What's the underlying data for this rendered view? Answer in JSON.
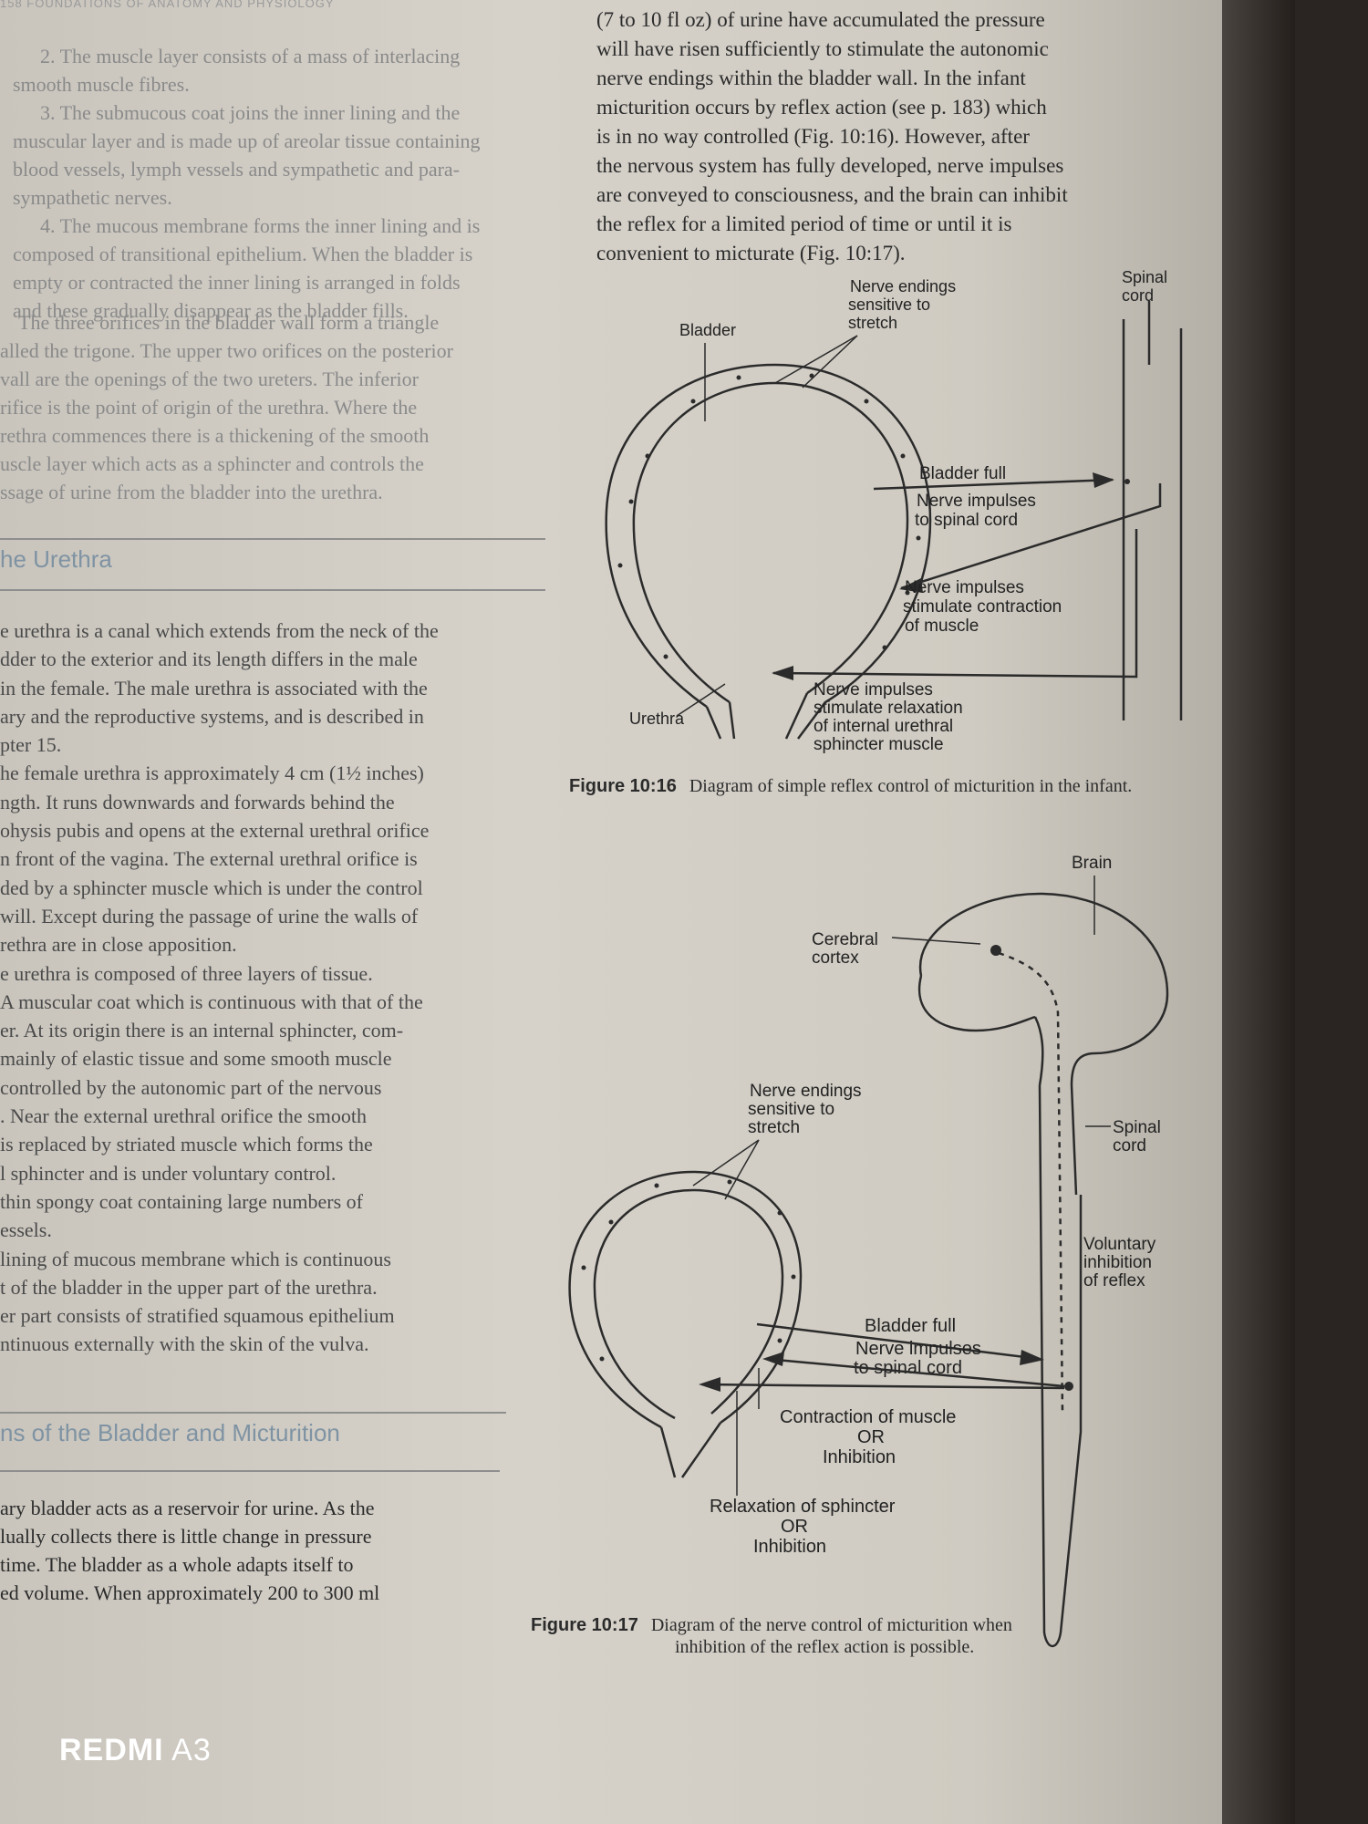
{
  "page": {
    "header": "158   FOUNDATIONS OF ANATOMY AND PHYSIOLOGY",
    "watermark_brand": "REDMI",
    "watermark_model": "A3"
  },
  "left_column": {
    "layers": [
      "2. The muscle layer consists of a mass of interlacing",
      "smooth muscle fibres.",
      "3. The submucous coat joins the inner lining and the",
      "muscular layer and is made up of areolar tissue containing",
      "blood vessels, lymph vessels and sympathetic and para-",
      "sympathetic nerves.",
      "4. The mucous membrane forms the inner lining and is",
      "composed of transitional epithelium. When the bladder is",
      "empty or contracted the inner lining is arranged in folds",
      "and these gradually disappear as the bladder fills."
    ],
    "trigone": [
      "The three orifices in the bladder wall form a triangle",
      "alled the trigone. The upper two orifices on the posterior",
      "vall are the openings of the two ureters. The inferior",
      "rifice is the point of origin of the urethra. Where the",
      "rethra commences there is a thickening of the smooth",
      "uscle layer which acts as a sphincter and controls the",
      "ssage of urine from the bladder into the urethra."
    ],
    "urethra_heading": "he Urethra",
    "urethra_text": [
      "e urethra is a canal which extends from the neck of the",
      "dder to the exterior and its length differs in the male",
      " in the female. The male urethra is associated with the",
      "ary and the reproductive systems, and is described in",
      "pter 15.",
      "he female urethra is approximately 4 cm (1½ inches)",
      "ngth. It runs downwards and forwards behind the",
      "ohysis pubis and opens at the external urethral orifice",
      "n front of the vagina. The external urethral orifice is",
      "ded by a sphincter muscle which is under the control",
      " will. Except during the passage of urine the walls of",
      "rethra are in close apposition.",
      "e urethra is composed of three layers of tissue.",
      "A muscular coat which is continuous with that of the",
      "er. At its origin there is an internal sphincter, com-",
      " mainly of elastic tissue and some smooth muscle",
      "controlled by the autonomic part of the nervous",
      ". Near the external urethral orifice the smooth",
      " is replaced by striated muscle which forms the",
      "l sphincter and is under voluntary control.",
      " thin spongy coat containing large numbers of",
      "essels.",
      "lining of mucous membrane which is continuous",
      "t of the bladder in the upper part of the urethra.",
      "er part consists of stratified squamous epithelium",
      "ntinuous externally with the skin of the vulva."
    ],
    "micturition_heading": "ns of the Bladder and Micturition",
    "micturition_text": [
      "ary bladder acts as a reservoir for urine. As the",
      "lually collects there is little change in pressure",
      "time. The bladder as a whole adapts itself to",
      "ed volume. When approximately 200 to 300 ml"
    ]
  },
  "right_column": {
    "intro": [
      "(7 to 10 fl oz) of urine have accumulated the pressure",
      "will have risen sufficiently to stimulate the autonomic",
      "nerve endings within the bladder wall. In the infant",
      "micturition occurs by reflex action (see p. 183) which",
      "is in no way controlled (Fig. 10:16). However, after",
      "the nervous system has fully developed, nerve impulses",
      "are conveyed to consciousness, and the brain can inhibit",
      "the reflex for a limited period of time or until it is",
      "convenient to micturate (Fig. 10:17)."
    ]
  },
  "figure_16": {
    "labels": {
      "bladder": "Bladder",
      "nerve_endings_1": "Nerve endings",
      "nerve_endings_2": "sensitive to",
      "nerve_endings_3": "stretch",
      "spinal_1": "Spinal",
      "spinal_2": "cord",
      "bladder_full": "Bladder full",
      "impulses_cord_1": "Nerve impulses",
      "impulses_cord_2": "to spinal cord",
      "contract_1": "Nerve impulses",
      "contract_2": "stimulate contraction",
      "contract_3": "of muscle",
      "relax_1": "Nerve impulses",
      "relax_2": "stimulate relaxation",
      "relax_3": "of internal urethral",
      "relax_4": "sphincter muscle",
      "urethra": "Urethra"
    },
    "caption_number": "Figure 10:16",
    "caption_text": "Diagram of simple reflex control of micturition in the infant."
  },
  "figure_17": {
    "labels": {
      "brain": "Brain",
      "cortex_1": "Cerebral",
      "cortex_2": "cortex",
      "nerve_endings_1": "Nerve endings",
      "nerve_endings_2": "sensitive to",
      "nerve_endings_3": "stretch",
      "spinal_1": "Spinal",
      "spinal_2": "cord",
      "voluntary_1": "Voluntary",
      "voluntary_2": "inhibition",
      "voluntary_3": "of reflex",
      "bladder_full": "Bladder full",
      "impulses_cord_1": "Nerve impulses",
      "impulses_cord_2": "to spinal cord",
      "contraction_1": "Contraction of muscle",
      "contraction_2": "OR",
      "contraction_3": "Inhibition",
      "relaxation_1": "Relaxation of sphincter",
      "relaxation_2": "OR",
      "relaxation_3": "Inhibition"
    },
    "caption_number": "Figure 10:17",
    "caption_text_1": "Diagram of the nerve control of micturition when",
    "caption_text_2": "inhibition of the reflex action is possible."
  }
}
